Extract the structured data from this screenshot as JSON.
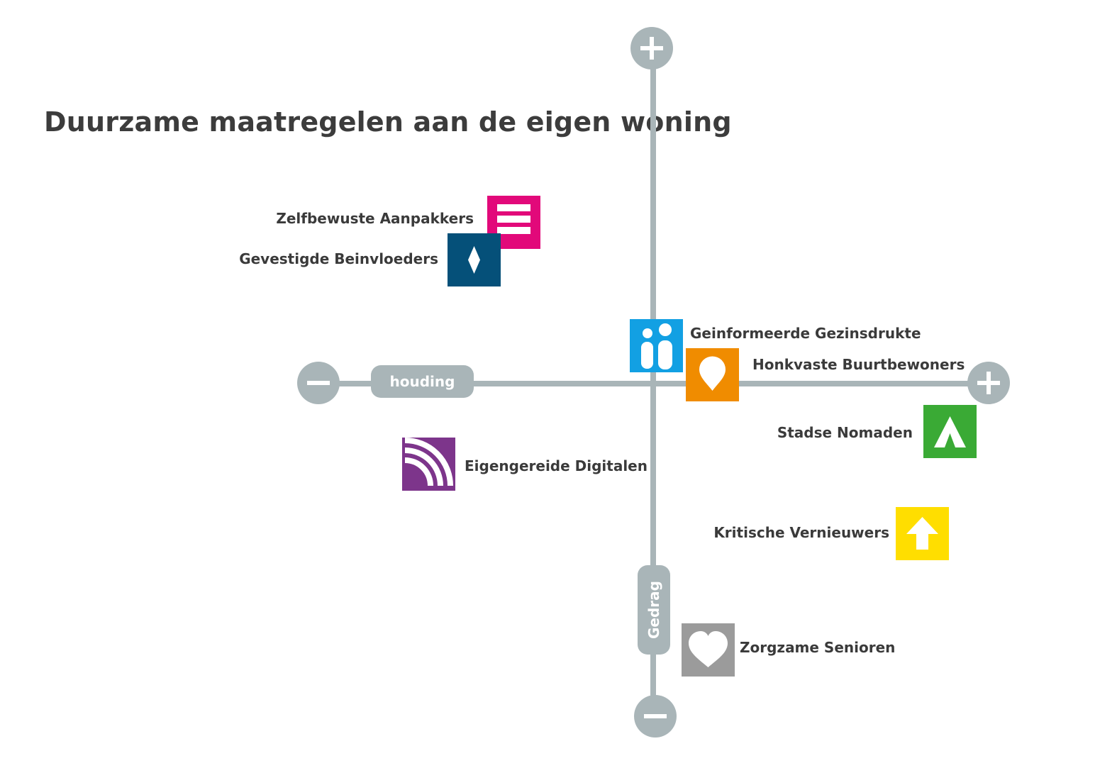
{
  "title": "Duurzame maatregelen aan de eigen woning",
  "axes": {
    "horizontal": {
      "label": "houding",
      "min_symbol": "minus-icon",
      "max_symbol": "plus-icon"
    },
    "vertical": {
      "label": "Gedrag",
      "min_symbol": "minus-icon",
      "max_symbol": "plus-icon"
    },
    "color": "#a9b5b8"
  },
  "segments": [
    {
      "id": "zelfbewuste",
      "name": "Zelfbewuste Aanpakkers",
      "color": "#e2097a",
      "icon": "lines-icon"
    },
    {
      "id": "gevestigde",
      "name": "Gevestigde Beinvloeders",
      "color": "#055079",
      "icon": "diamond-icon"
    },
    {
      "id": "geinformeerde",
      "name": "Geinformeerde Gezinsdrukte",
      "color": "#12a0e3",
      "icon": "people-icon"
    },
    {
      "id": "honkvaste",
      "name": "Honkvaste Buurtbewoners",
      "color": "#f08c00",
      "icon": "pin-icon"
    },
    {
      "id": "stadse",
      "name": "Stadse Nomaden",
      "color": "#3aaa35",
      "icon": "tent-icon"
    },
    {
      "id": "eigengereide",
      "name": "Eigengereide Digitalen",
      "color": "#7d358b",
      "icon": "arcs-icon"
    },
    {
      "id": "kritische",
      "name": "Kritische Vernieuwers",
      "color": "#ffde00",
      "icon": "arrow-up-icon"
    },
    {
      "id": "zorgzame",
      "name": "Zorgzame Senioren",
      "color": "#9b9b9b",
      "icon": "heart-icon"
    }
  ]
}
